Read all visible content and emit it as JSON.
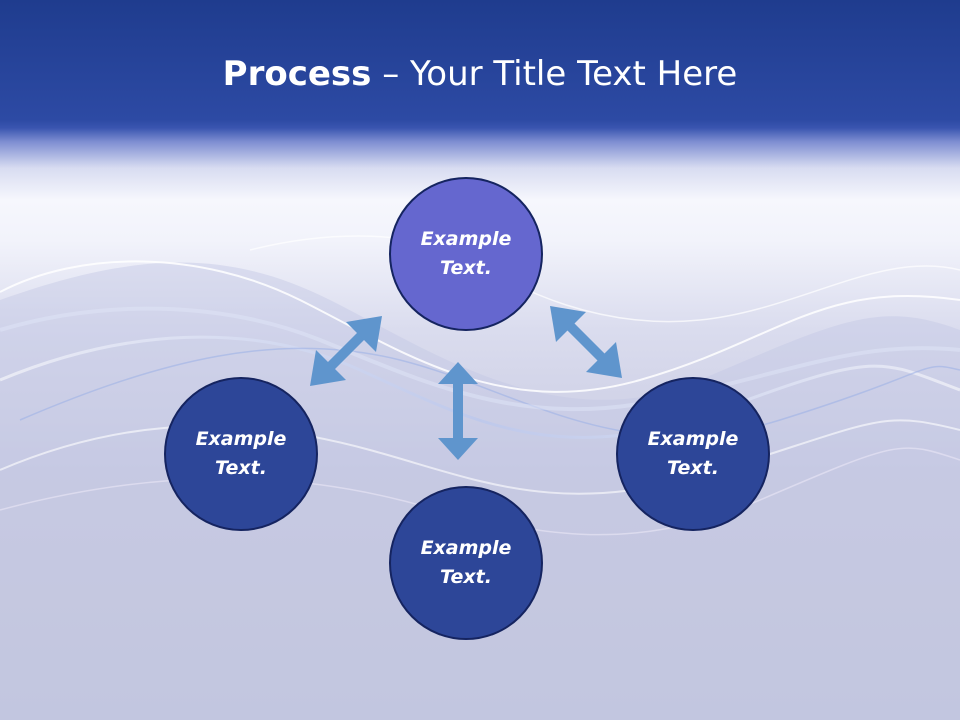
{
  "title": {
    "bold": "Process",
    "separator": " – ",
    "rest": "Your Title Text Here"
  },
  "diagram": {
    "nodes": [
      {
        "id": "top",
        "label_line1": "Example",
        "label_line2": "Text."
      },
      {
        "id": "left",
        "label_line1": "Example",
        "label_line2": "Text."
      },
      {
        "id": "right",
        "label_line1": "Example",
        "label_line2": "Text."
      },
      {
        "id": "bottom",
        "label_line1": "Example",
        "label_line2": "Text."
      }
    ],
    "arrows": [
      {
        "from": "top",
        "to": "left",
        "style": "double-headed"
      },
      {
        "from": "top",
        "to": "right",
        "style": "double-headed"
      },
      {
        "from": "top",
        "to": "bottom",
        "style": "double-headed"
      }
    ],
    "colors": {
      "header": "#2d4aa4",
      "node_highlight": "#6567cf",
      "node": "#2d4698",
      "node_border": "#152460",
      "arrow": "#5f95cd"
    }
  }
}
